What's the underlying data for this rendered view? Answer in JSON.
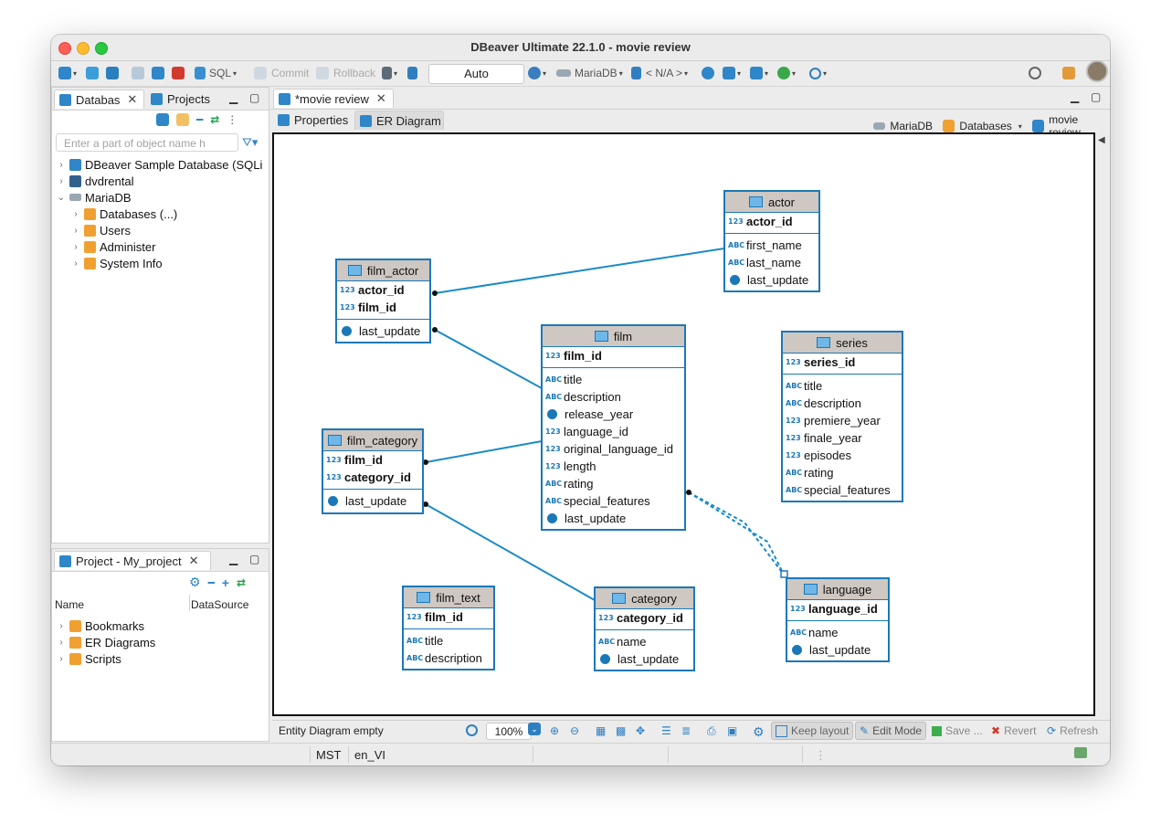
{
  "window": {
    "title": "DBeaver Ultimate 22.1.0 - movie review"
  },
  "toolbar": {
    "sql": "SQL",
    "commit": "Commit",
    "rollback": "Rollback",
    "auto": "Auto",
    "datasource": "MariaDB",
    "schema": "< N/A >"
  },
  "navigator": {
    "tab_db": "Databas",
    "tab_projects": "Projects",
    "filter_placeholder": "Enter a part of object name h",
    "items": [
      {
        "label": "DBeaver Sample Database (SQLi"
      },
      {
        "label": "dvdrental"
      },
      {
        "label": "MariaDB"
      },
      {
        "label": "Databases (...)"
      },
      {
        "label": "Users"
      },
      {
        "label": "Administer"
      },
      {
        "label": "System Info"
      }
    ]
  },
  "project": {
    "tab": "Project - My_project",
    "col_name": "Name",
    "col_ds": "DataSource",
    "items": [
      {
        "label": "Bookmarks"
      },
      {
        "label": "ER Diagrams"
      },
      {
        "label": "Scripts"
      }
    ]
  },
  "editor": {
    "tab": "*movie review",
    "subtab_props": "Properties",
    "subtab_er": "ER Diagram",
    "breadcrumb": {
      "ds": "MariaDB",
      "folder": "Databases",
      "db": "movie review"
    }
  },
  "entities": {
    "actor": {
      "name": "actor",
      "cols": [
        "actor_id",
        "first_name",
        "last_name",
        "last_update"
      ]
    },
    "film_actor": {
      "name": "film_actor",
      "cols": [
        "actor_id",
        "film_id",
        "last_update"
      ]
    },
    "film": {
      "name": "film",
      "cols": [
        "film_id",
        "title",
        "description",
        "release_year",
        "language_id",
        "original_language_id",
        "length",
        "rating",
        "special_features",
        "last_update"
      ]
    },
    "series": {
      "name": "series",
      "cols": [
        "series_id",
        "title",
        "description",
        "premiere_year",
        "finale_year",
        "episodes",
        "rating",
        "special_features"
      ]
    },
    "film_category": {
      "name": "film_category",
      "cols": [
        "film_id",
        "category_id",
        "last_update"
      ]
    },
    "film_text": {
      "name": "film_text",
      "cols": [
        "film_id",
        "title",
        "description"
      ]
    },
    "category": {
      "name": "category",
      "cols": [
        "category_id",
        "name",
        "last_update"
      ]
    },
    "language": {
      "name": "language",
      "cols": [
        "language_id",
        "name",
        "last_update"
      ]
    }
  },
  "diagram_bar": {
    "label": "Entity Diagram  empty",
    "zoom": "100%",
    "keep_layout": "Keep layout",
    "edit_mode": "Edit Mode",
    "save": "Save ...",
    "revert": "Revert",
    "refresh": "Refresh"
  },
  "statusbar": {
    "tz": "MST",
    "locale": "en_VI"
  },
  "colors": {
    "accent": "#1b78b8",
    "entity_header": "#cfc7c1"
  }
}
